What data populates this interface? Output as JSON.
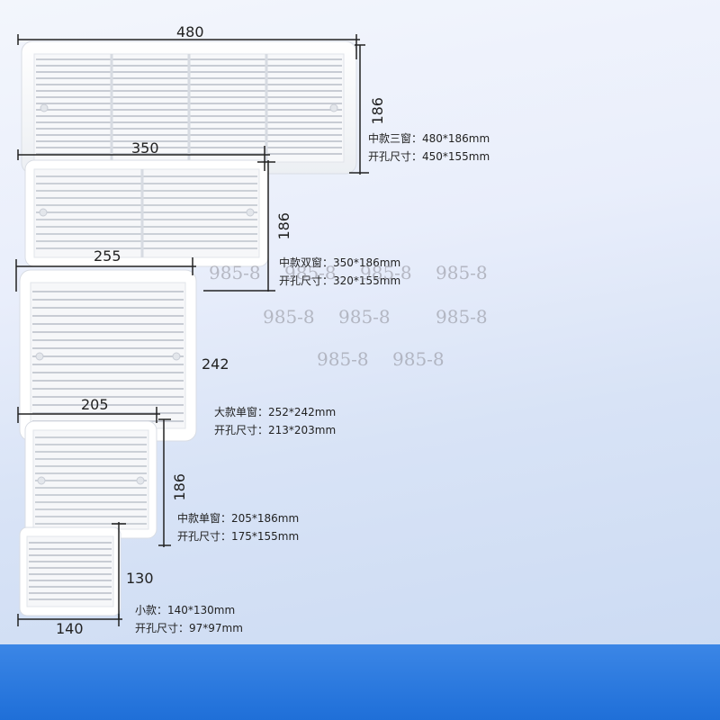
{
  "dimensions": {
    "vent1_width": "480",
    "vent1_height": "186",
    "vent2_width": "350",
    "vent2_height": "186",
    "vent3_width": "255",
    "vent3_height": "242",
    "vent4_width": "205",
    "vent4_height": "186",
    "vent5_width": "140",
    "vent5_height": "130"
  },
  "specs": {
    "vent1_model": "中款三窗：480*186mm",
    "vent1_cutout": "开孔尺寸：450*155mm",
    "vent2_model": "中款双窗：350*186mm",
    "vent2_cutout": "开孔尺寸：320*155mm",
    "vent3_model": "大款单窗：252*242mm",
    "vent3_cutout": "开孔尺寸：213*203mm",
    "vent4_model": "中款单窗：205*186mm",
    "vent4_cutout": "开孔尺寸：175*155mm",
    "vent5_model": "小款：140*130mm",
    "vent5_cutout": "开孔尺寸：97*97mm"
  },
  "watermarks": [
    "985-8",
    "985-8",
    "985-8",
    "985-8",
    "985-8",
    "985-8",
    "985-8",
    "985-8",
    "985-8"
  ],
  "colors": {
    "accent_band": "#2a78e0",
    "vent_plastic": "#ffffff"
  }
}
